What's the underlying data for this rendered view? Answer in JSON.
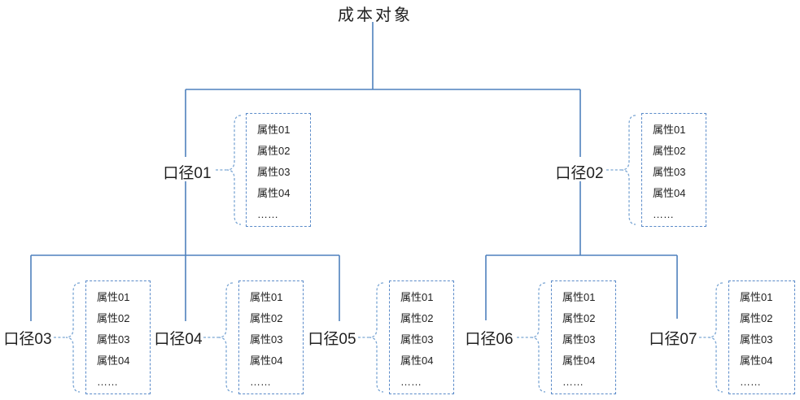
{
  "diagram": {
    "root": {
      "label": "成本对象"
    },
    "nodes": [
      {
        "id": "01",
        "label": "口径01",
        "attributes": [
          "属性01",
          "属性02",
          "属性03",
          "属性04",
          "……"
        ]
      },
      {
        "id": "02",
        "label": "口径02",
        "attributes": [
          "属性01",
          "属性02",
          "属性03",
          "属性04",
          "……"
        ]
      },
      {
        "id": "03",
        "label": "口径03",
        "attributes": [
          "属性01",
          "属性02",
          "属性03",
          "属性04",
          "……"
        ]
      },
      {
        "id": "04",
        "label": "口径04",
        "attributes": [
          "属性01",
          "属性02",
          "属性03",
          "属性04",
          "……"
        ]
      },
      {
        "id": "05",
        "label": "口径05",
        "attributes": [
          "属性01",
          "属性02",
          "属性03",
          "属性04",
          "……"
        ]
      },
      {
        "id": "06",
        "label": "口径06",
        "attributes": [
          "属性01",
          "属性02",
          "属性03",
          "属性04",
          "……"
        ]
      },
      {
        "id": "07",
        "label": "口径07",
        "attributes": [
          "属性01",
          "属性02",
          "属性03",
          "属性04",
          "……"
        ]
      }
    ],
    "colors": {
      "connector_line": "#4f81bd",
      "attr_box_border": "#5b8bc9",
      "brace": "#7ba6d4",
      "text": "#1f1f1f"
    }
  }
}
